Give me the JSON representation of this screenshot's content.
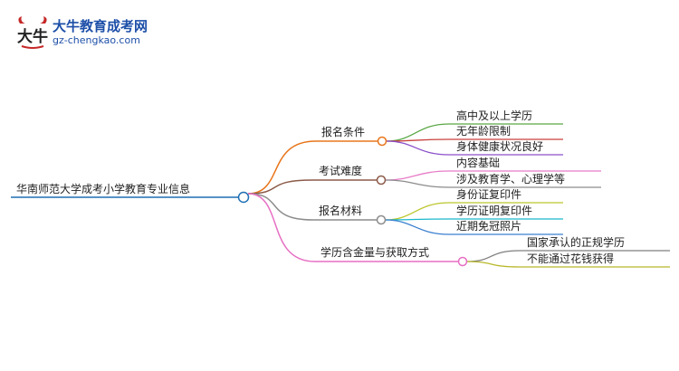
{
  "logo": {
    "title": "大牛教育成考网",
    "url": "gz-chengkao.com",
    "mark_text": "大牛"
  },
  "mindmap": {
    "root": "华南师范大学成考小学教育专业信息",
    "branches": [
      {
        "label": "报名条件",
        "color": "#e8761c",
        "children": [
          {
            "label": "高中及以上学历",
            "color": "#5aa845"
          },
          {
            "label": "无年龄限制",
            "color": "#c9423c"
          },
          {
            "label": "身体健康状况良好",
            "color": "#8a4fc9"
          }
        ]
      },
      {
        "label": "考试难度",
        "color": "#8b5a48",
        "children": [
          {
            "label": "内容基础",
            "color": "#e77cc8"
          },
          {
            "label": "涉及教育学、心理学等",
            "color": "#8c8c8c"
          }
        ]
      },
      {
        "label": "报名材料",
        "color": "#8c8c8c",
        "children": [
          {
            "label": "身份证复印件",
            "color": "#bcc62c"
          },
          {
            "label": "学历证明复印件",
            "color": "#1ab8cc"
          },
          {
            "label": "近期免冠照片",
            "color": "#3a7fd0"
          }
        ]
      },
      {
        "label": "学历含金量与获取方式",
        "color": "#e76fc4",
        "children": [
          {
            "label": "国家承认的正规学历",
            "color": "#7f7f7f"
          },
          {
            "label": "不能通过花钱获得",
            "color": "#b8b82a"
          }
        ]
      }
    ],
    "root_color": "#1f6fb3"
  }
}
